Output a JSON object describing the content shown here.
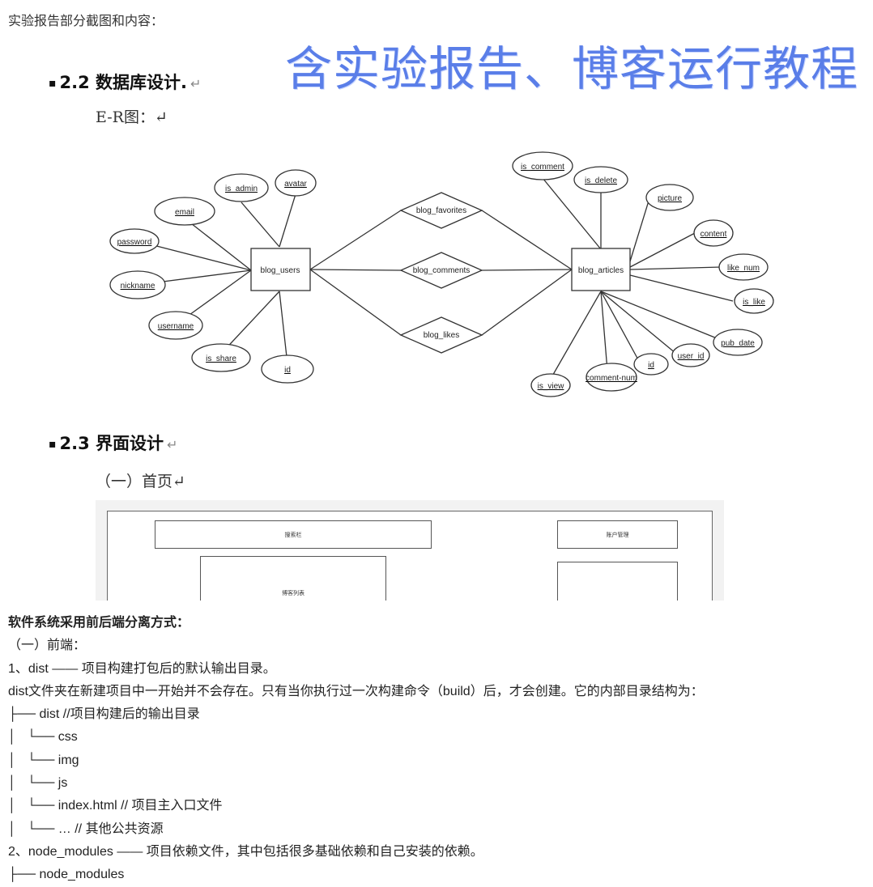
{
  "intro": "实验报告部分截图和内容：",
  "banner": "含实验报告、博客运行教程",
  "section_22": {
    "bullet": "▪",
    "title": "2.2 数据库设计.",
    "return_mark": "↵"
  },
  "er_label": "E-R图：↵",
  "er": {
    "entities": [
      "blog_users",
      "blog_articles"
    ],
    "relations": [
      "blog_favorites",
      "blog_comments",
      "blog_likes"
    ],
    "user_attributes": [
      "is_admin",
      "avatar",
      "email",
      "password",
      "nickname",
      "username",
      "is_share",
      "id"
    ],
    "article_attributes": [
      "is_comment",
      "is_delete",
      "picture",
      "content",
      "like_num",
      "is_like",
      "pub_date",
      "user_id",
      "id",
      "comment-num",
      "is_view"
    ],
    "trailing_mark": "↵"
  },
  "section_23": {
    "bullet": "▪",
    "title": "2.3 界面设计",
    "return_mark": "↵"
  },
  "home_label": "（一）首页↵",
  "mockup": {
    "search_bar": "搜索栏",
    "account": "账户管理",
    "content_hint": "博客列表"
  },
  "lower": {
    "heading": "软件系统采用前后端分离方式：",
    "frontend": "（一）前端：",
    "dist_title": "1、dist —— 项目构建打包后的默认输出目录。",
    "dist_desc": "dist文件夹在新建项目中一开始并不会存在。只有当你执行过一次构建命令（build）后，才会创建。它的内部目录结构为：",
    "tree": [
      "├── dist //项目构建后的输出目录",
      "│   └── css",
      "│   └── img",
      "│   └── js",
      "│   └── index.html // 项目主入口文件",
      "│   └── … // 其他公共资源"
    ],
    "node_title": "2、node_modules —— 项目依赖文件，其中包括很多基础依赖和自己安装的依赖。",
    "node_tree": "├── node_modules"
  }
}
